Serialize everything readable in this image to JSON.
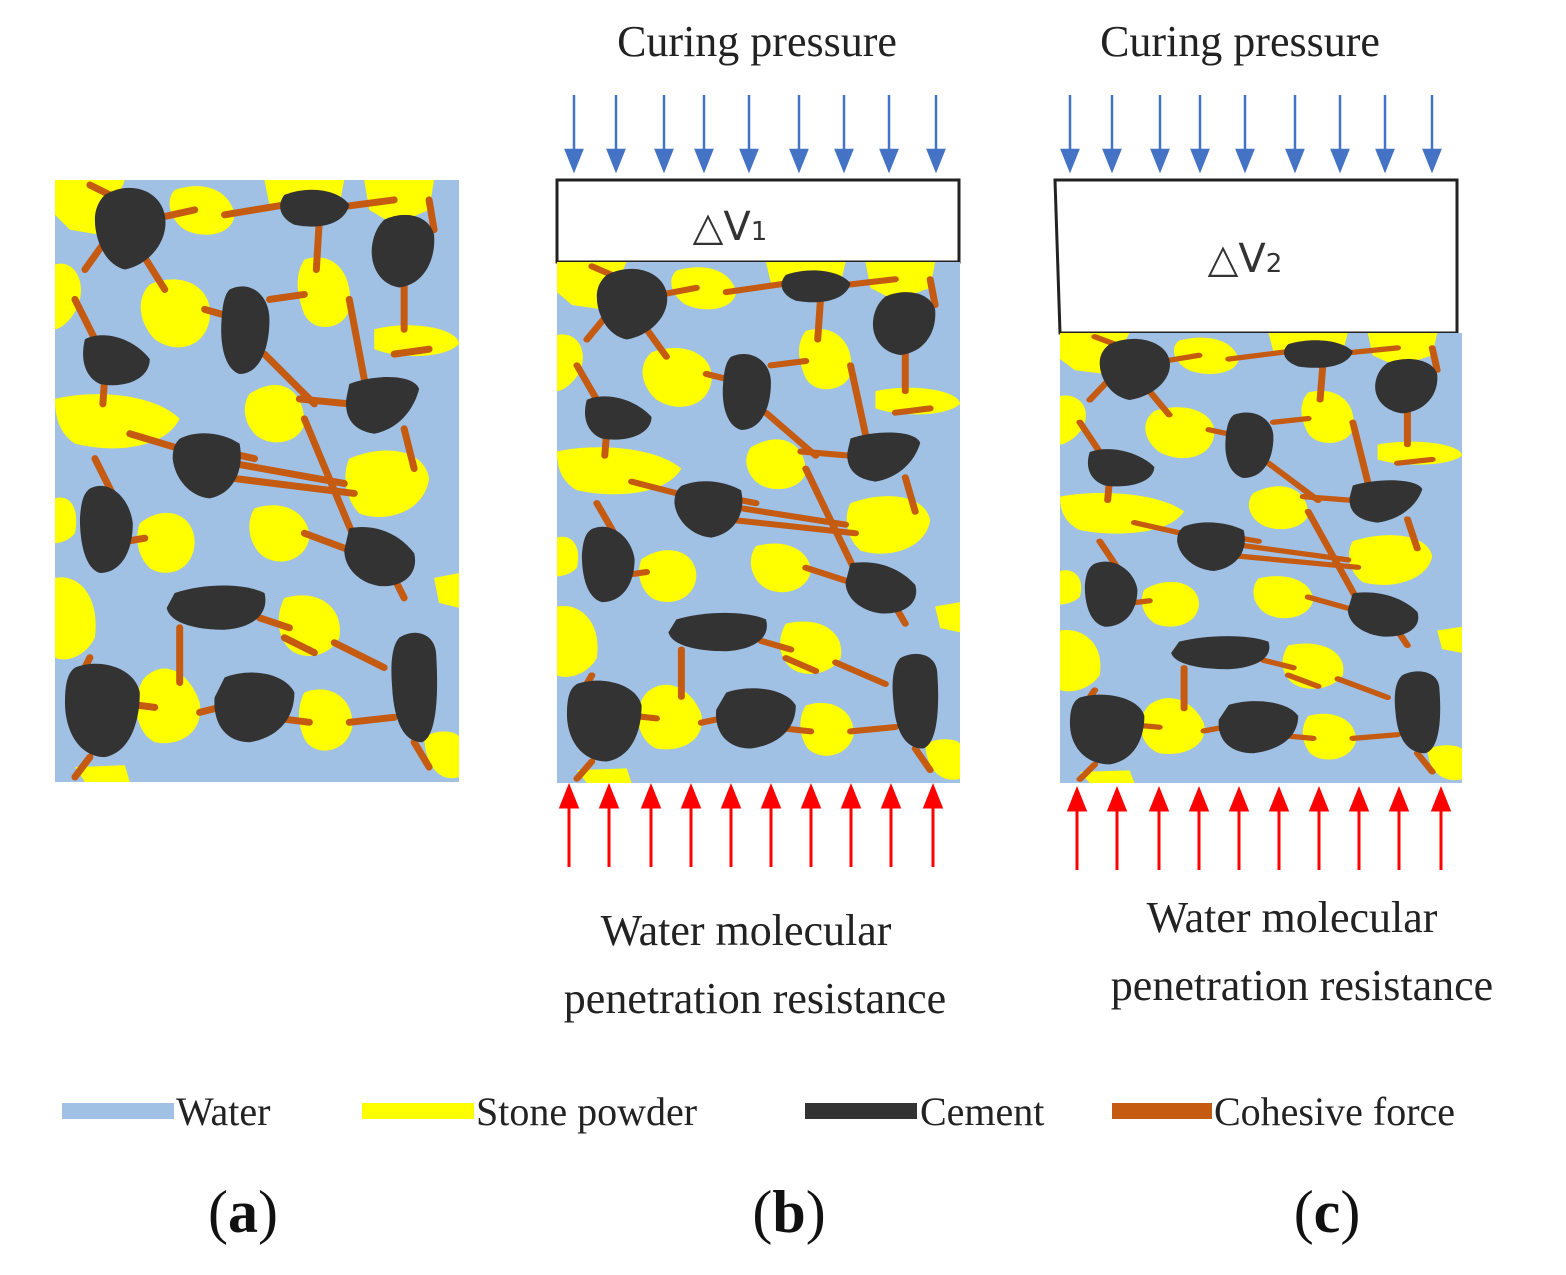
{
  "legend": [
    {
      "label": "Water",
      "color": "#a0c0e4"
    },
    {
      "label": "Stone powder",
      "color": "#ffff00"
    },
    {
      "label": "Cement",
      "color": "#333333"
    },
    {
      "label": "Cohesive force",
      "color": "#c55a11"
    }
  ],
  "panels": [
    {
      "letter": "a"
    },
    {
      "letter": "b",
      "top_label": "Curing pressure",
      "gap_label": "△V",
      "gap_sub": "1",
      "bottom_label_1": "Water molecular",
      "bottom_label_2": "penetration resistance"
    },
    {
      "letter": "c",
      "top_label": "Curing pressure",
      "gap_label": "△V",
      "gap_sub": "2",
      "bottom_label_1": "Water molecular",
      "bottom_label_2": "penetration resistance"
    }
  ],
  "colors": {
    "water": "#a0c0e4",
    "stone_powder": "#ffff00",
    "cement": "#333333",
    "cohesive_force": "#c55a11",
    "pressure_arrow": "#4472c4",
    "resistance_arrow": "#ff0000"
  }
}
